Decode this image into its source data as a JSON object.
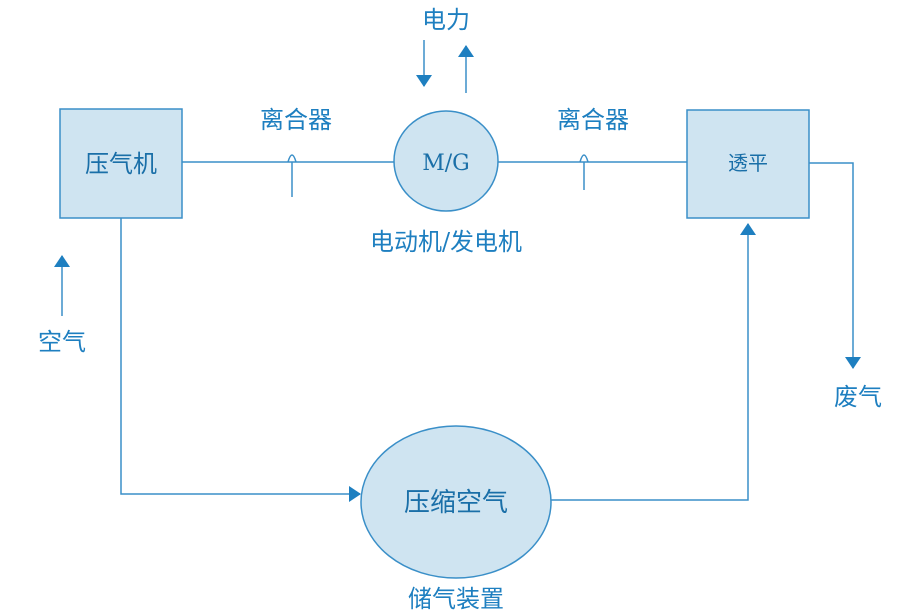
{
  "labels": {
    "compressor": "压气机",
    "motor_generator": "M/G",
    "motor_generator_caption": "电动机/发电机",
    "turbine": "透平",
    "clutch_left": "离合器",
    "clutch_right": "离合器",
    "electricity": "电力",
    "air": "空气",
    "exhaust": "废气",
    "compressed_air": "压缩空气",
    "storage_device": "储气装置"
  },
  "colors": {
    "fill": "#cfe4f1",
    "stroke": "#3a8fc8",
    "text": "#1e7fc0"
  }
}
